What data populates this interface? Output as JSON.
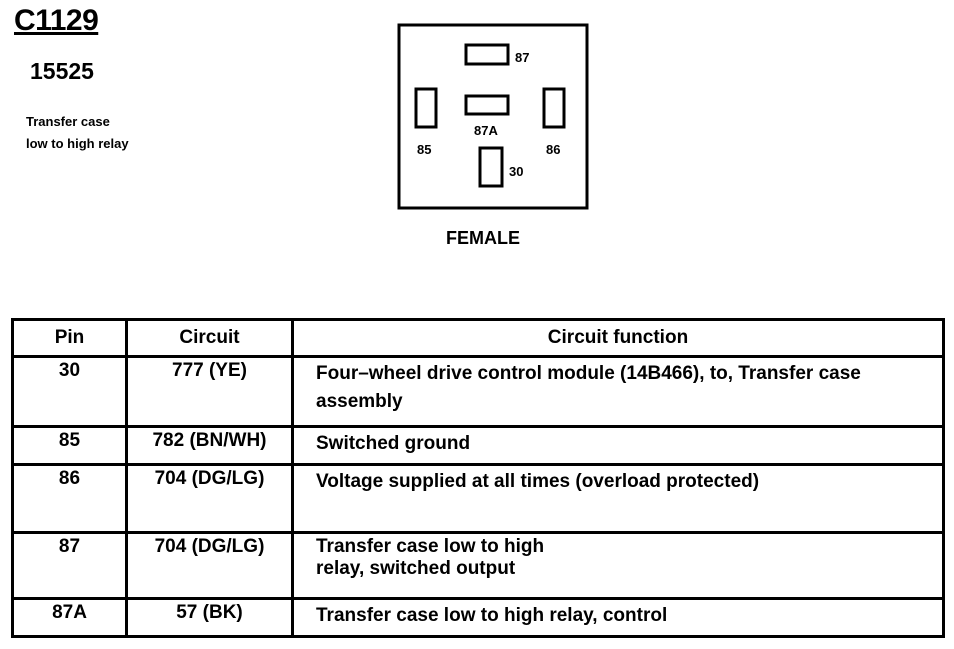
{
  "connector": {
    "id": "C1129",
    "part_number": "15525",
    "description_lines": [
      "Transfer case",
      "low to high relay"
    ]
  },
  "diagram": {
    "pins": [
      "87",
      "87A",
      "85",
      "86",
      "30"
    ],
    "gender": "FEMALE"
  },
  "table": {
    "headers": [
      "Pin",
      "Circuit",
      "Circuit function"
    ],
    "rows": [
      {
        "pin": "30",
        "circuit": "777 (YE)",
        "function": "Four–wheel drive control module (14B466), to, Transfer case assembly"
      },
      {
        "pin": "85",
        "circuit": "782 (BN/WH)",
        "function": "Switched ground"
      },
      {
        "pin": "86",
        "circuit": "704 (DG/LG)",
        "function": "Voltage supplied at all times (overload protected)"
      },
      {
        "pin": "87",
        "circuit": "704 (DG/LG)",
        "function": "Transfer case low to high relay, switched output"
      },
      {
        "pin": "87A",
        "circuit": "57 (BK)",
        "function": "Transfer case low to high relay, control"
      }
    ]
  }
}
